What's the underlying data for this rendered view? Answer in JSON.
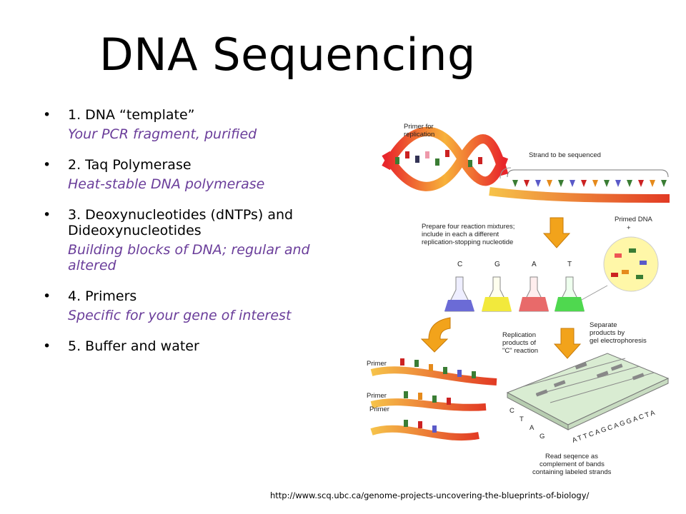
{
  "slide": {
    "title": "DNA Sequencing",
    "items": [
      {
        "label": "1. DNA “template”",
        "sub": "Your PCR fragment, purified"
      },
      {
        "label": "2. Taq Polymerase",
        "sub": "Heat-stable DNA polymerase"
      },
      {
        "label": "3. Deoxynucleotides (dNTPs) and Dideoxynucleotides",
        "sub": "Building blocks of DNA; regular and altered"
      },
      {
        "label": "4.  Primers",
        "sub": "Specific for your gene of interest"
      },
      {
        "label": "5.  Buffer and water",
        "sub": ""
      }
    ],
    "credit": "http://www.scq.ubc.ca/genome-projects-uncovering-the-blueprints-of-biology/"
  },
  "figure": {
    "primer_for_replication": [
      "Primer for",
      "replication"
    ],
    "strand_to_be_sequenced": "Strand to be sequenced",
    "prepare_mixtures": [
      "Prepare four reaction mixtures;",
      "include in each a different",
      "replication-stopping nucleotide"
    ],
    "primed_dna": "Primed DNA",
    "plus": "+",
    "flask_labels": [
      "C",
      "G",
      "A",
      "T"
    ],
    "replication_products": [
      "Replication",
      "products of",
      "\"C\" reaction"
    ],
    "separate_products": [
      "Separate",
      "products by",
      "gel electrophoresis"
    ],
    "primer_label": "Primer",
    "gel_lanes": [
      "C",
      "T",
      "A",
      "G"
    ],
    "gel_sequence": "ATTCAGCAGGACTA",
    "read_sequence": [
      "Read seqence as",
      "complement of bands",
      "containing labeled strands"
    ]
  },
  "colors": {
    "sub_text": "#6a3d9a",
    "flask_c": "#6b6bd6",
    "flask_g": "#f2e93c",
    "flask_a": "#e86a6a",
    "flask_t": "#4fd84f",
    "arrow_orange": "#f2a31b",
    "gel_green": "#d9ecd2"
  }
}
